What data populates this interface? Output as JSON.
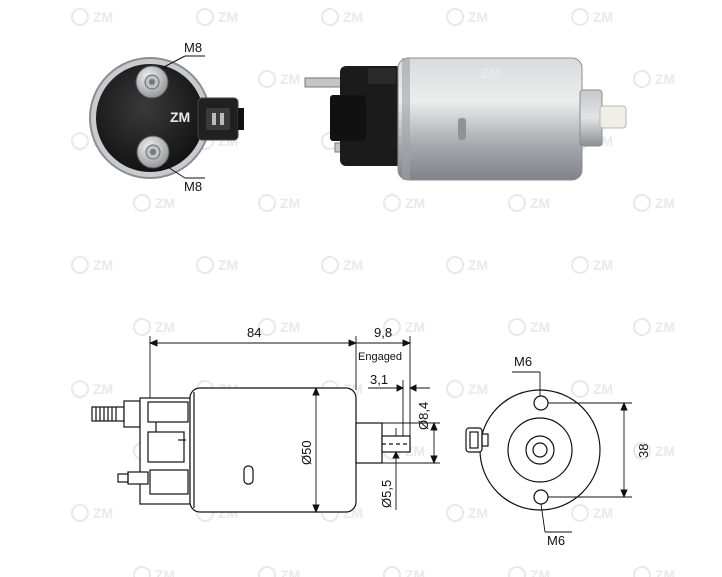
{
  "watermark": {
    "text": "ZM",
    "color": "#e8e8e8"
  },
  "photos": {
    "end_view": {
      "top_stud_label": "M8",
      "bottom_stud_label": "M8",
      "center_mark": "ZM"
    },
    "side_view": {
      "body_mark": "ZM"
    }
  },
  "drawing": {
    "length_label": "84",
    "stroke_label": "9,8",
    "stroke_note": "Engaged",
    "plunger_offset_label": "3,1",
    "plunger_dia_label": "Ø8,4",
    "pin_dia_label": "Ø5,5",
    "body_dia_label": "Ø50",
    "end_top_thread": "M6",
    "end_bottom_thread": "M6",
    "bolt_spacing_label": "38"
  },
  "colors": {
    "line": "#111111",
    "metal": "#a9acb0",
    "body_dark": "#1b1b1b"
  }
}
